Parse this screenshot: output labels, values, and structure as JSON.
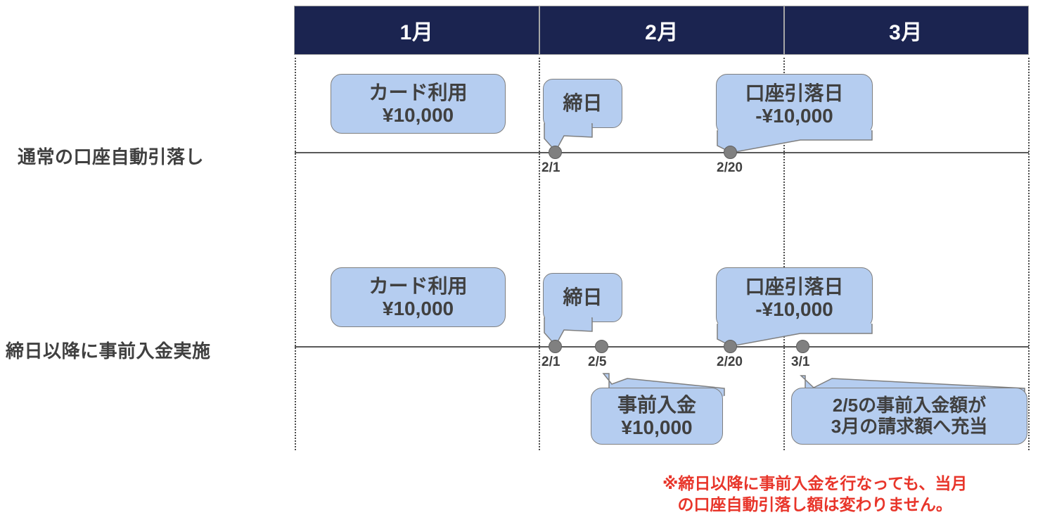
{
  "header": {
    "months": [
      {
        "label": "1月"
      },
      {
        "label": "2月"
      },
      {
        "label": "3月"
      }
    ]
  },
  "rows": [
    {
      "label": "通常の口座自動引落し",
      "callouts": [
        {
          "name": "card-usage",
          "line1": "カード利用",
          "line2": "¥10,000"
        },
        {
          "name": "closing-date",
          "line1": "締日",
          "line2": ""
        },
        {
          "name": "debit-date",
          "line1": "口座引落日",
          "line2": "-¥10,000"
        }
      ],
      "events": [
        {
          "name": "event-2-1",
          "date": "2/1"
        },
        {
          "name": "event-2-20",
          "date": "2/20"
        }
      ]
    },
    {
      "label": "締日以降に事前入金実施",
      "callouts": [
        {
          "name": "card-usage",
          "line1": "カード利用",
          "line2": "¥10,000"
        },
        {
          "name": "closing-date",
          "line1": "締日",
          "line2": ""
        },
        {
          "name": "debit-date",
          "line1": "口座引落日",
          "line2": "-¥10,000"
        },
        {
          "name": "prepayment",
          "line1": "事前入金",
          "line2": "¥10,000"
        },
        {
          "name": "prepayment-applied",
          "line1": "2/5の事前入金額が",
          "line2": "3月の請求額へ充当"
        }
      ],
      "events": [
        {
          "name": "event-2-1",
          "date": "2/1"
        },
        {
          "name": "event-2-5",
          "date": "2/5"
        },
        {
          "name": "event-2-20",
          "date": "2/20"
        },
        {
          "name": "event-3-1",
          "date": "3/1"
        }
      ]
    }
  ],
  "footnote": {
    "line1": "※締日以降に事前入金を行なっても、当月",
    "line2": "の口座自動引落し額は変わりません。"
  },
  "colors": {
    "header_navy": "#1b2450",
    "callout_blue": "#b5cdf0",
    "callout_border": "#7f7f7f",
    "text_dark": "#404040",
    "dot_gray": "#808080",
    "footnote_red": "#e8352a"
  }
}
